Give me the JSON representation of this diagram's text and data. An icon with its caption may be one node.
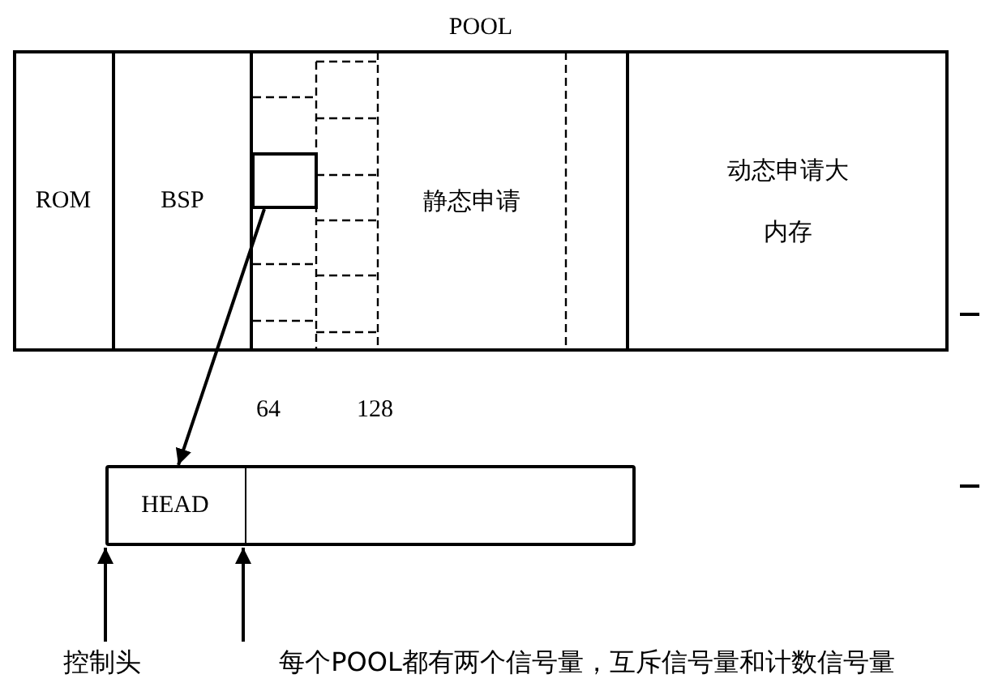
{
  "diagram": {
    "nodes": [
      {
        "text": [
          "POOL"
        ]
      },
      {
        "text": [
          "ROM"
        ],
        "in": 0
      },
      {
        "text": [
          "BSP"
        ],
        "in": 0
      },
      {
        "text": [],
        "shape": "box",
        "in": 0
      },
      {
        "text": [
          "静态申请"
        ],
        "in": 0
      },
      {
        "text": [
          "动态申请大内存"
        ],
        "in": 0
      },
      {
        "text": [],
        "shape": "bar"
      },
      {
        "text": [
          "HEAD"
        ],
        "in": 6
      },
      {
        "text": [
          "控制头"
        ]
      },
      {
        "text": [
          "每个POOL都有两个信号量，互斥信号量和计数信号量"
        ]
      }
    ],
    "edges": [
      {
        "from": 3,
        "to": 7,
        "arrow": "to"
      },
      {
        "from": 8,
        "to": 7,
        "arrow": "to"
      },
      {
        "from": 9,
        "to": 6,
        "arrow": "to"
      }
    ],
    "labels": [
      "64",
      "128"
    ]
  }
}
